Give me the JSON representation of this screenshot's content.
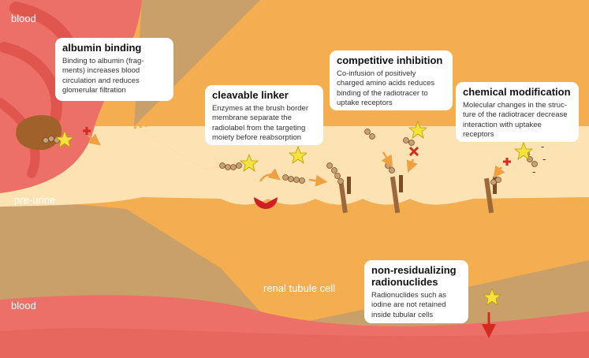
{
  "colors": {
    "blood": "#ec7068",
    "blood_dark": "#e0564f",
    "renal_cell": "#f5ae4f",
    "tissue_tan": "#c9a06a",
    "pre_urine": "#fde3b4",
    "protein_brown": "#a0612a",
    "linker_bead": "#c8a078",
    "star_yellow": "#f5e23a",
    "receptor_brown": "#9c6a3a",
    "enzyme_red": "#cf1f24",
    "cross_red": "#d42a1f",
    "arrow_orange": "#f0a040"
  },
  "labels": {
    "blood_top": "blood",
    "pre_urine": "pre-urine",
    "renal_tubule_cell": "renal tubule cell",
    "blood_bottom": "blood"
  },
  "boxes": {
    "albumin": {
      "title": "albumin binding",
      "body": "Binding to albumin (frag-\nments) increases blood\ncirculation and reduces\nglomerular filtration"
    },
    "linker": {
      "title": "cleavable linker",
      "body": "Enzymes at the brush border\nmembrane separate the\nradiolabel from the targeting\nmoiety before reabsorption"
    },
    "competitive": {
      "title": "competitive inhibition",
      "body": "Co-infusion of positively\ncharged amino acids reduces\nbinding of the radiotracer to\nuptake receptors"
    },
    "chemical": {
      "title": "chemical modification",
      "body": "Molecular changes in the struc-\nture of the radiotracer decrease\ninteraction with uptakee\n receptors"
    },
    "nonresid": {
      "title": "non-residualizing\nradionuclides",
      "body": "Radionuclides such as\niodine are not retained\ninside tubular cells"
    }
  },
  "charges": [
    "-",
    "-",
    "-"
  ]
}
